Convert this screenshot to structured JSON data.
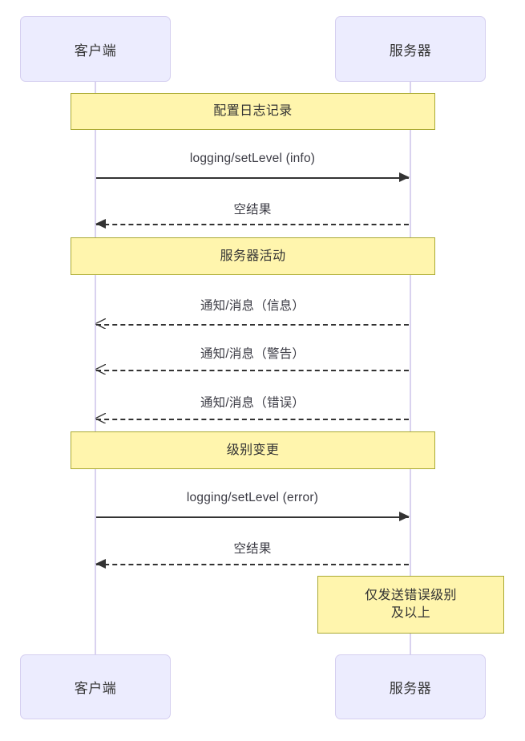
{
  "diagram": {
    "type": "sequence-diagram",
    "title": "",
    "colors": {
      "actor_fill": "#ececfe",
      "actor_border": "#d5cff0",
      "note_fill": "#fff5ad",
      "note_border": "#aaaa33",
      "lifeline": "#d9d2ef",
      "arrow": "#333333",
      "text": "#333333"
    },
    "participants": [
      {
        "id": "client",
        "label": "客户端"
      },
      {
        "id": "server",
        "label": "服务器"
      }
    ],
    "participants_bottom": [
      {
        "id": "client",
        "label": "客户端"
      },
      {
        "id": "server",
        "label": "服务器"
      }
    ],
    "sections": [
      {
        "id": "section-1",
        "label": "配置日志记录"
      },
      {
        "id": "section-2",
        "label": "服务器活动"
      },
      {
        "id": "section-3",
        "label": "级别变更"
      }
    ],
    "messages": [
      {
        "id": "msg-1",
        "label": "logging/setLevel (info)",
        "from": "client",
        "to": "server",
        "style": "solid",
        "direction": "right"
      },
      {
        "id": "msg-2",
        "label": "空结果",
        "from": "server",
        "to": "client",
        "style": "dashed",
        "direction": "left"
      },
      {
        "id": "msg-3",
        "label": "通知/消息（信息）",
        "from": "server",
        "to": "client",
        "style": "dashed",
        "direction": "left"
      },
      {
        "id": "msg-4",
        "label": "通知/消息（警告）",
        "from": "server",
        "to": "client",
        "style": "dashed",
        "direction": "left"
      },
      {
        "id": "msg-5",
        "label": "通知/消息（错误）",
        "from": "server",
        "to": "client",
        "style": "dashed",
        "direction": "left"
      },
      {
        "id": "msg-6",
        "label": "logging/setLevel (error)",
        "from": "client",
        "to": "server",
        "style": "solid",
        "direction": "right"
      },
      {
        "id": "msg-7",
        "label": "空结果",
        "from": "server",
        "to": "client",
        "style": "dashed",
        "direction": "left"
      }
    ],
    "notes": [
      {
        "id": "note-1",
        "attached_to": "server",
        "line1": "仅发送错误级别",
        "line2": "及以上"
      }
    ]
  }
}
